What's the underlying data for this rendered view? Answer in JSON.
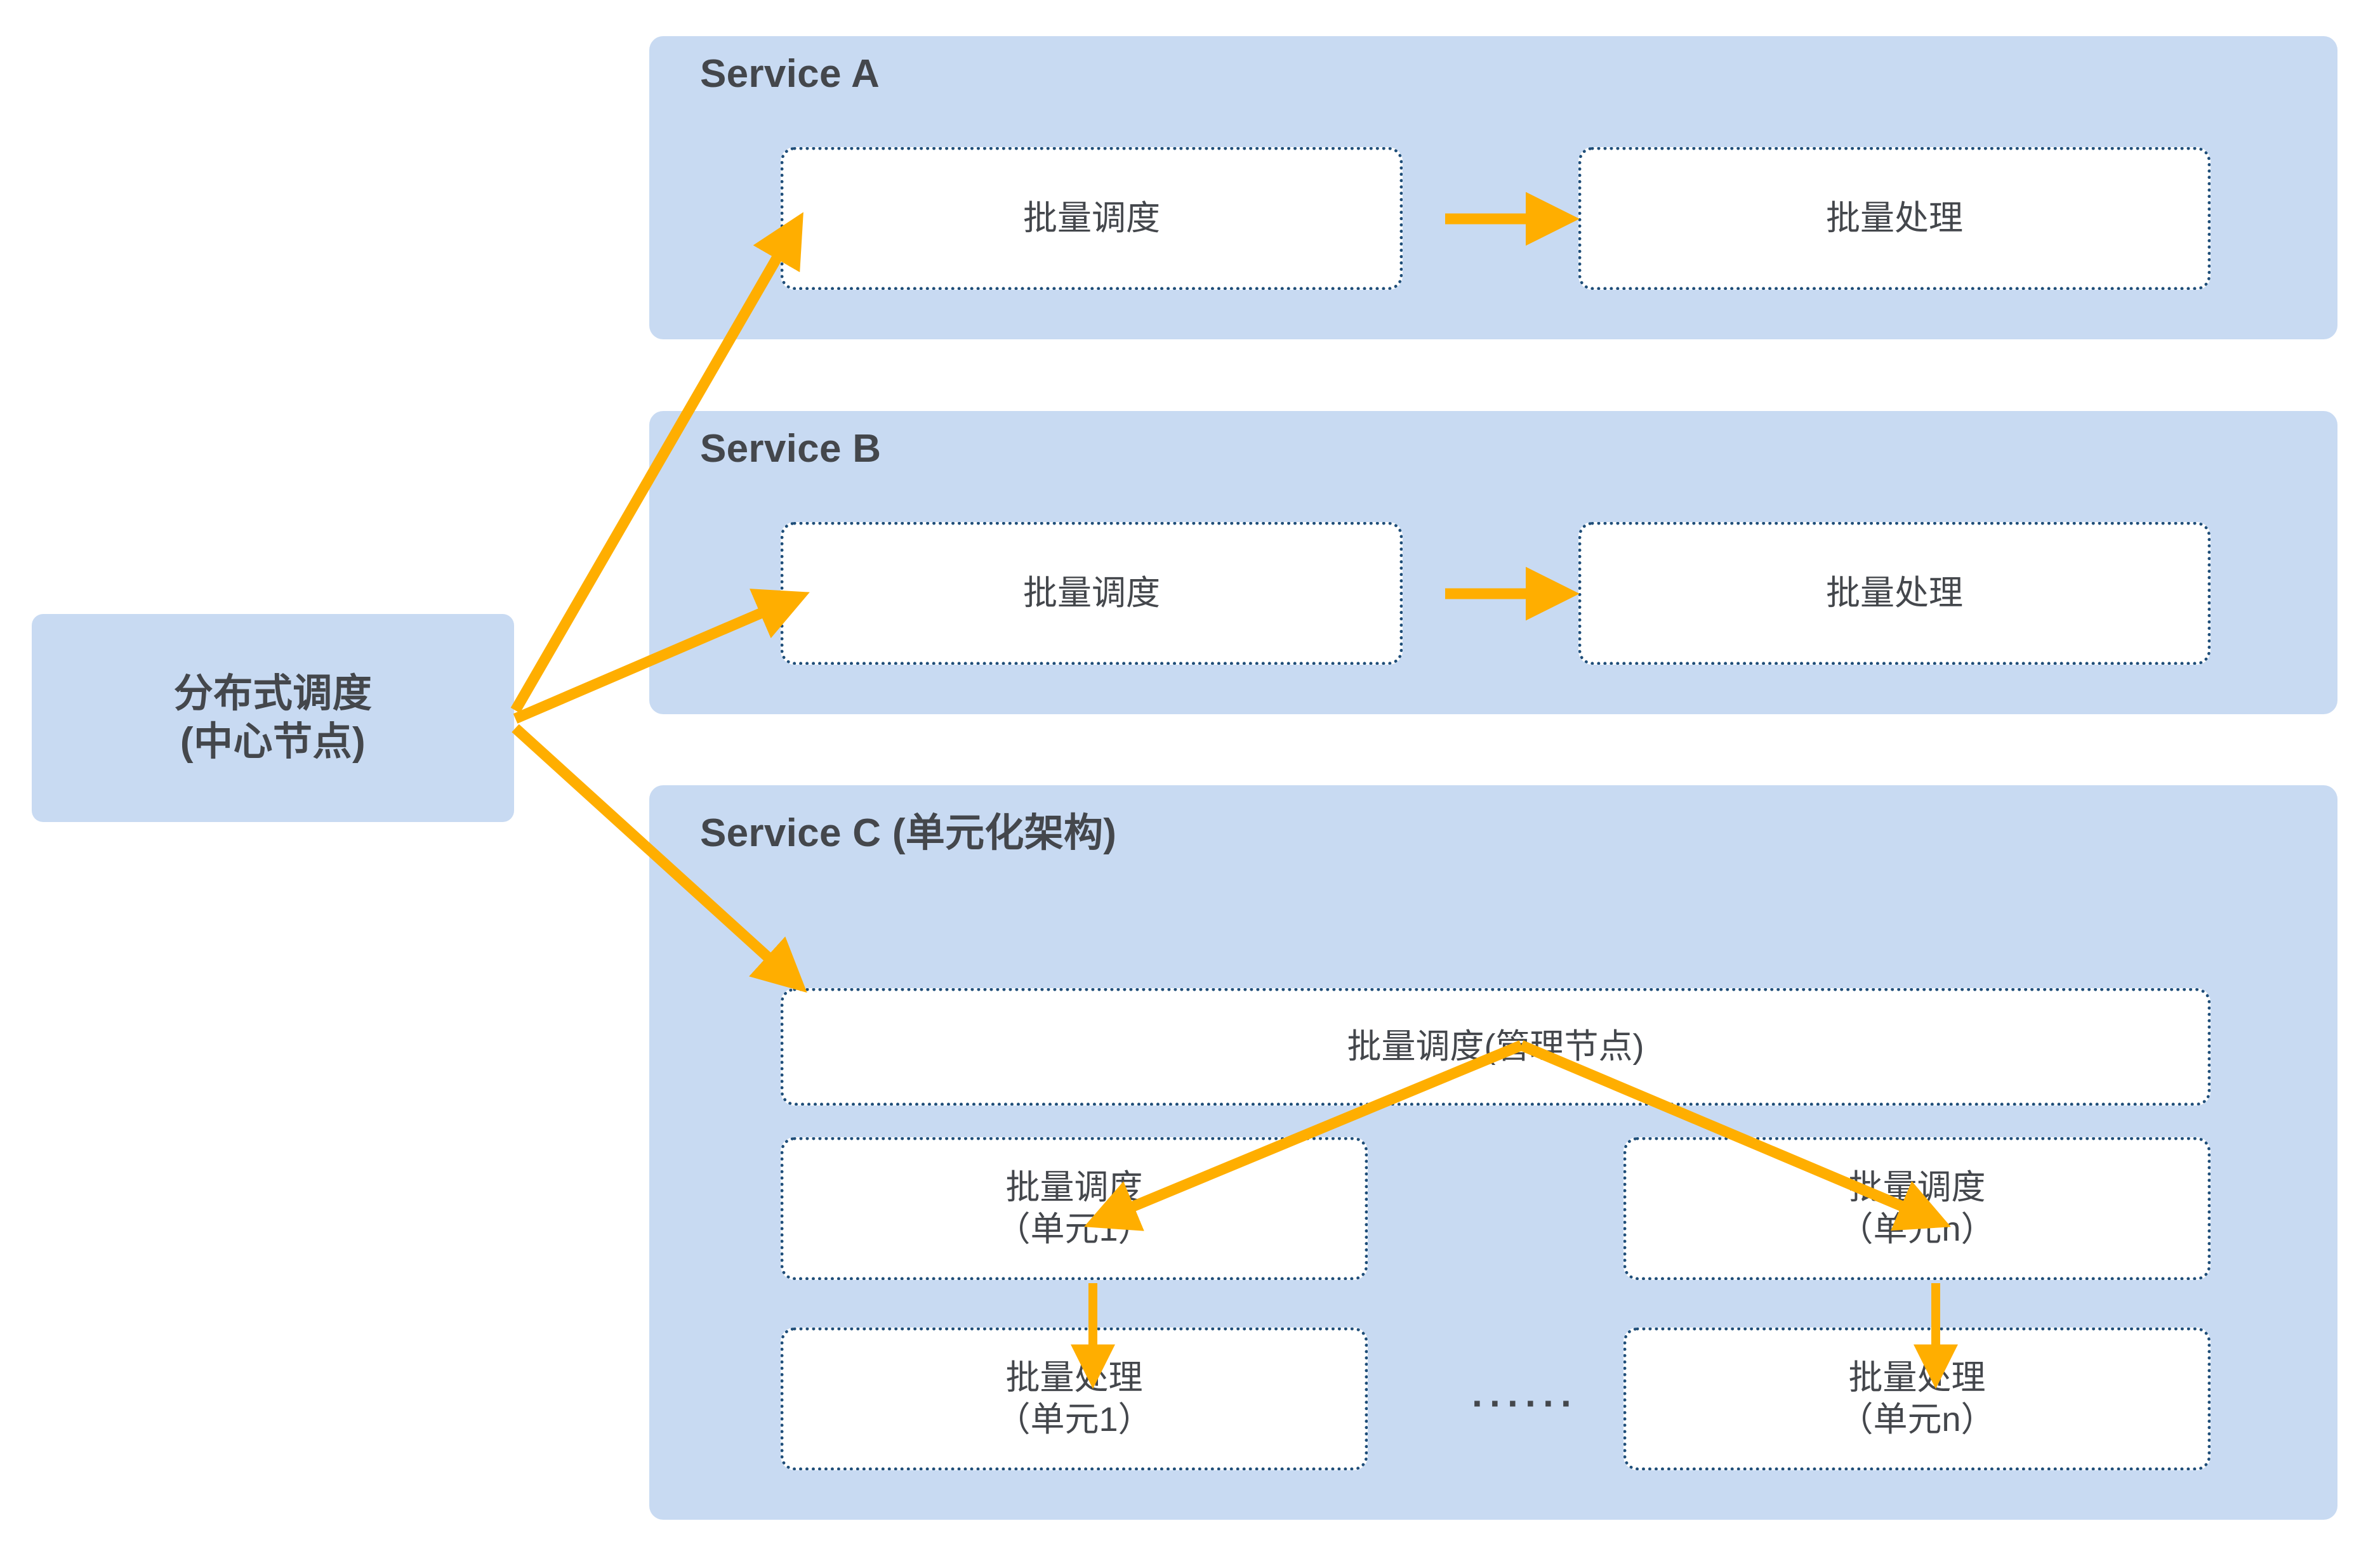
{
  "colors": {
    "panel_background": "#c8daf2",
    "node_fill": "#ffffff",
    "node_border": "#1f4e79",
    "arrow": "#ffae00",
    "text": "#44474c",
    "page_background": "#ffffff"
  },
  "center_node": {
    "line1": "分布式调度",
    "line2": "(中心节点)"
  },
  "services": [
    {
      "id": "a",
      "title": "Service A",
      "nodes": [
        {
          "id": "a-sched",
          "label": "批量调度"
        },
        {
          "id": "a-proc",
          "label": "批量处理"
        }
      ]
    },
    {
      "id": "b",
      "title": "Service B",
      "nodes": [
        {
          "id": "b-sched",
          "label": "批量调度"
        },
        {
          "id": "b-proc",
          "label": "批量处理"
        }
      ]
    },
    {
      "id": "c",
      "title": "Service C (单元化架构)",
      "manager": {
        "label": "批量调度(管理节点)"
      },
      "units": [
        {
          "scheduler_line1": "批量调度",
          "scheduler_line2": "（单元1）",
          "processor_line1": "批量处理",
          "processor_line2": "（单元1）"
        },
        {
          "scheduler_line1": "批量调度",
          "scheduler_line2": "（单元n）",
          "processor_line1": "批量处理",
          "processor_line2": "（单元n）"
        }
      ],
      "ellipsis": "······"
    }
  ]
}
